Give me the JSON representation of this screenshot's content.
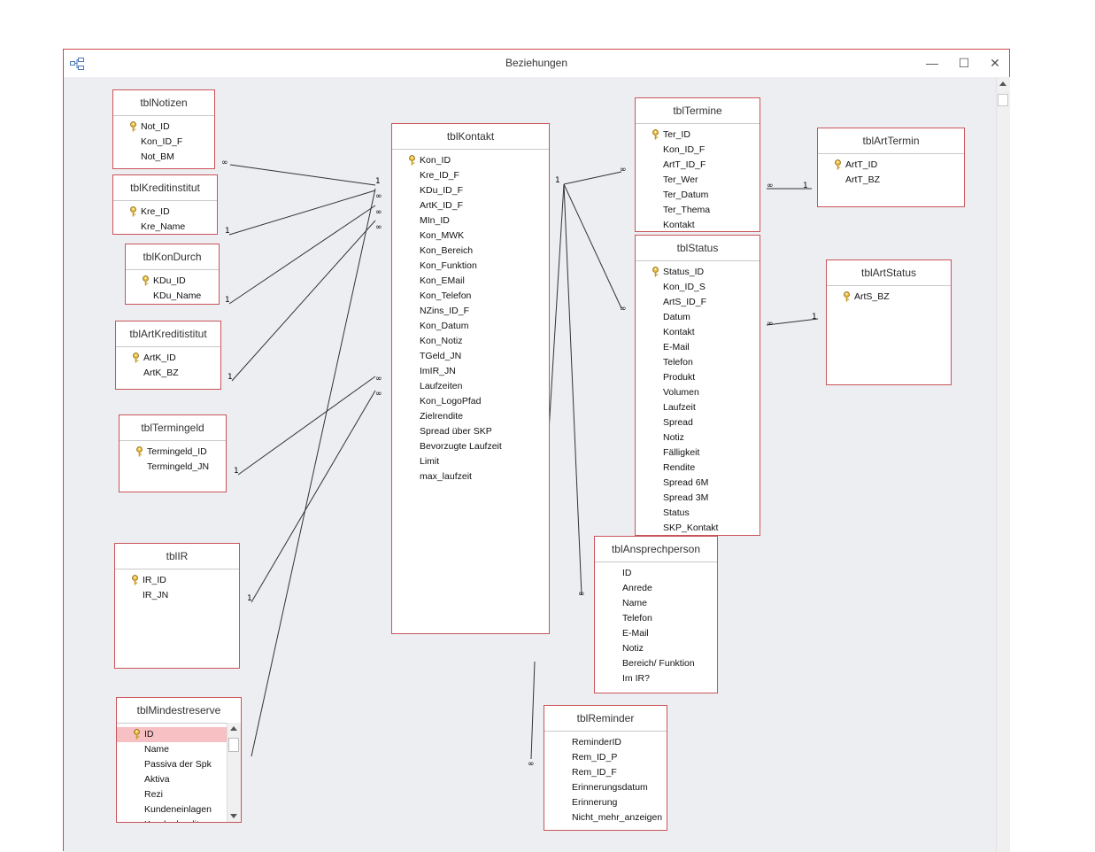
{
  "window": {
    "title": "Beziehungen",
    "minimize": "—",
    "maximize": "☐",
    "close": "✕"
  },
  "tables": {
    "notizen": {
      "name": "tblNotizen",
      "fields": [
        "Not_ID",
        "Kon_ID_F",
        "Not_BM"
      ],
      "key": 0
    },
    "kreditinstitut": {
      "name": "tblKreditinstitut",
      "fields": [
        "Kre_ID",
        "Kre_Name"
      ],
      "key": 0
    },
    "kondurch": {
      "name": "tblKonDurch",
      "fields": [
        "KDu_ID",
        "KDu_Name"
      ],
      "key": 0
    },
    "artkreditistitut": {
      "name": "tblArtKreditistitut",
      "fields": [
        "ArtK_ID",
        "ArtK_BZ"
      ],
      "key": 0
    },
    "termingeld": {
      "name": "tblTermingeld",
      "fields": [
        "Termingeld_ID",
        "Termingeld_JN"
      ],
      "key": 0
    },
    "ir": {
      "name": "tblIR",
      "fields": [
        "IR_ID",
        "IR_JN"
      ],
      "key": 0
    },
    "mindestreserve": {
      "name": "tblMindestreserve",
      "fields": [
        "ID",
        "Name",
        "Passiva der Spk",
        "Aktiva",
        "Rezi",
        "Kundeneinlagen",
        "Kundenkredite"
      ],
      "key": 0
    },
    "kontakt": {
      "name": "tblKontakt",
      "fields": [
        "Kon_ID",
        "Kre_ID_F",
        "KDu_ID_F",
        "ArtK_ID_F",
        "MIn_ID",
        "Kon_MWK",
        "Kon_Bereich",
        "Kon_Funktion",
        "Kon_EMail",
        "Kon_Telefon",
        "NZins_ID_F",
        "Kon_Datum",
        "Kon_Notiz",
        "TGeld_JN",
        "ImIR_JN",
        "Laufzeiten",
        "Kon_LogoPfad",
        "Zielrendite",
        "Spread über SKP",
        "Bevorzugte Laufzeit",
        "Limit",
        "max_laufzeit"
      ],
      "key": 0
    },
    "termine": {
      "name": "tblTermine",
      "fields": [
        "Ter_ID",
        "Kon_ID_F",
        "ArtT_ID_F",
        "Ter_Wer",
        "Ter_Datum",
        "Ter_Thema",
        "Kontakt"
      ],
      "key": 0
    },
    "arttermin": {
      "name": "tblArtTermin",
      "fields": [
        "ArtT_ID",
        "ArtT_BZ"
      ],
      "key": 0
    },
    "status": {
      "name": "tblStatus",
      "fields": [
        "Status_ID",
        "Kon_ID_S",
        "ArtS_ID_F",
        "Datum",
        "Kontakt",
        "E-Mail",
        "Telefon",
        "Produkt",
        "Volumen",
        "Laufzeit",
        "Spread",
        "Notiz",
        "Fälligkeit",
        "Rendite",
        "Spread 6M",
        "Spread 3M",
        "Status",
        "SKP_Kontakt"
      ],
      "key": 0
    },
    "artstatus": {
      "name": "tblArtStatus",
      "fields": [
        "ArtS_BZ"
      ],
      "key": 0
    },
    "ansprechperson": {
      "name": "tblAnsprechperson",
      "fields": [
        "ID",
        "Anrede",
        "Name",
        "Telefon",
        "E-Mail",
        "Notiz",
        "Bereich/ Funktion",
        "Im IR?"
      ],
      "key": -1
    },
    "reminder": {
      "name": "tblReminder",
      "fields": [
        "ReminderID",
        "Rem_ID_P",
        "Rem_ID_F",
        "Erinnerungsdatum",
        "Erinnerung",
        "Nicht_mehr_anzeigen"
      ],
      "key": -1
    }
  },
  "relations": {
    "one": "1",
    "many": "∞"
  }
}
